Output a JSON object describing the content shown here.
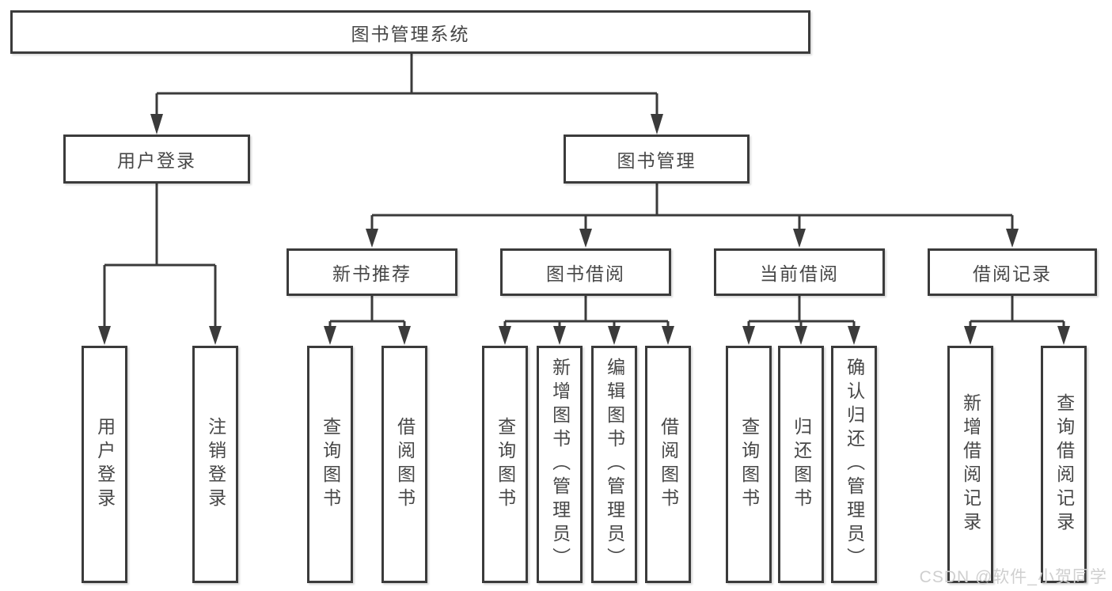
{
  "colors": {
    "background": "#ffffff",
    "border": "#3b3b3b",
    "line": "#3b3b3b",
    "text": "#474747",
    "watermark": "#cfcfcf"
  },
  "tree": {
    "root": {
      "label": "图书管理系统"
    },
    "branches": [
      {
        "label": "用户登录",
        "leaves": [
          {
            "label": "用户登录"
          },
          {
            "label": "注销登录"
          }
        ]
      },
      {
        "label": "图书管理",
        "groups": [
          {
            "label": "新书推荐",
            "leaves": [
              {
                "label": "查询图书"
              },
              {
                "label": "借阅图书"
              }
            ]
          },
          {
            "label": "图书借阅",
            "leaves": [
              {
                "label": "查询图书"
              },
              {
                "label": "新增图书（管理员）"
              },
              {
                "label": "编辑图书（管理员）"
              },
              {
                "label": "借阅图书"
              }
            ]
          },
          {
            "label": "当前借阅",
            "leaves": [
              {
                "label": "查询图书"
              },
              {
                "label": "归还图书"
              },
              {
                "label": "确认归还（管理员）"
              }
            ]
          },
          {
            "label": "借阅记录",
            "leaves": [
              {
                "label": "新增借阅记录"
              },
              {
                "label": "查询借阅记录"
              }
            ]
          }
        ]
      }
    ]
  },
  "watermark": {
    "text": "CSDN @软件_小贺同学"
  }
}
